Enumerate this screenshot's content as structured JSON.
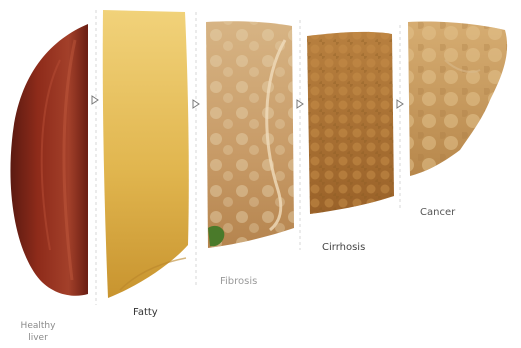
{
  "stages": [
    {
      "key": "healthy",
      "label": "Healthy\nliver",
      "color": "#8e2b1a"
    },
    {
      "key": "fatty",
      "label": "Fatty",
      "color": "#e1b64f"
    },
    {
      "key": "fibrosis",
      "label": "Fibrosis",
      "color": "#c79a66"
    },
    {
      "key": "cirrhosis",
      "label": "Cirrhosis",
      "color": "#a86f32"
    },
    {
      "key": "cancer",
      "label": "Cancer",
      "color": "#c99a5b"
    }
  ],
  "arrows": [
    "arrow-right",
    "arrow-right",
    "arrow-right",
    "arrow-right"
  ]
}
